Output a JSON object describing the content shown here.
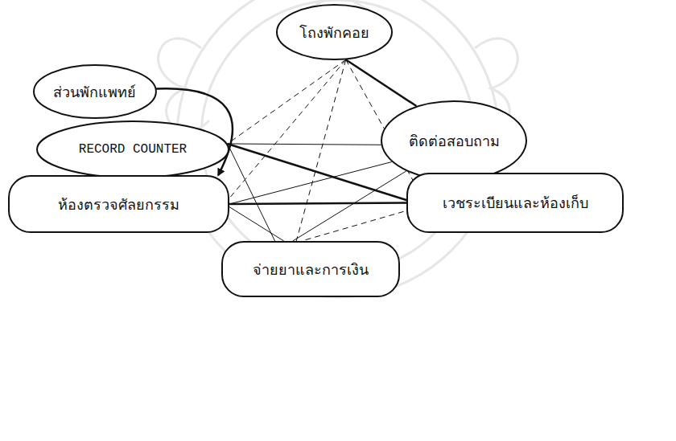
{
  "diagram": {
    "nodes": [
      {
        "text": [
          "โถงพักคอย"
        ]
      },
      {
        "text": [
          "ส่วนพักแพทย์"
        ]
      },
      {
        "text": [
          "RECORD COUNTER"
        ]
      },
      {
        "text": [
          "ติดต่อสอบถาม"
        ]
      },
      {
        "text": [
          "ห้องตรวจศัลยกรรม"
        ]
      },
      {
        "text": [
          "เวชระเบียนและห้องเก็บ"
        ]
      },
      {
        "text": [
          "จ่ายยาและการเงิน"
        ]
      }
    ],
    "edges": [
      {
        "from": 1,
        "to": 4,
        "arrow": "to"
      },
      {
        "from": 0,
        "to": 3,
        "arrow": "none"
      },
      {
        "from": 0,
        "to": 2,
        "arrow": "none"
      },
      {
        "from": 0,
        "to": 4,
        "arrow": "none"
      },
      {
        "from": 0,
        "to": 6,
        "arrow": "none"
      },
      {
        "from": 0,
        "to": 5,
        "arrow": "none"
      },
      {
        "from": 2,
        "to": 3,
        "arrow": "none"
      },
      {
        "from": 2,
        "to": 5,
        "arrow": "none"
      },
      {
        "from": 2,
        "to": 6,
        "arrow": "none"
      },
      {
        "from": 3,
        "to": 4,
        "arrow": "none"
      },
      {
        "from": 3,
        "to": 5,
        "arrow": "none"
      },
      {
        "from": 3,
        "to": 6,
        "arrow": "none"
      },
      {
        "from": 4,
        "to": 5,
        "arrow": "none"
      },
      {
        "from": 4,
        "to": 6,
        "arrow": "none"
      },
      {
        "from": 5,
        "to": 6,
        "arrow": "none"
      }
    ]
  }
}
